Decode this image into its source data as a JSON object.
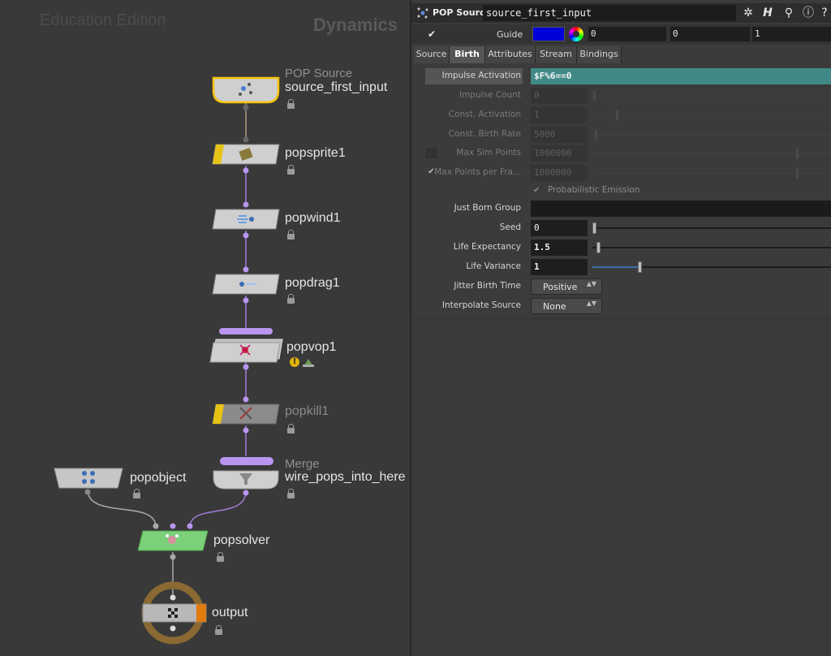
{
  "network": {
    "watermark": "Education Edition",
    "context_label": "Dynamics",
    "nodes": [
      {
        "id": "source",
        "type_label": "POP Source",
        "name": "source_first_input"
      },
      {
        "id": "sprite",
        "type_label": "",
        "name": "popsprite1"
      },
      {
        "id": "wind",
        "type_label": "",
        "name": "popwind1"
      },
      {
        "id": "drag",
        "type_label": "",
        "name": "popdrag1"
      },
      {
        "id": "vop",
        "type_label": "",
        "name": "popvop1"
      },
      {
        "id": "kill",
        "type_label": "",
        "name": "popkill1"
      },
      {
        "id": "merge",
        "type_label": "Merge",
        "name": "wire_pops_into_here"
      },
      {
        "id": "object",
        "type_label": "",
        "name": "popobject"
      },
      {
        "id": "solver",
        "type_label": "",
        "name": "popsolver"
      },
      {
        "id": "output",
        "type_label": "",
        "name": "output"
      }
    ],
    "warning_glyph": "!"
  },
  "header": {
    "op_label": "POP Source",
    "node_name": "source_first_input",
    "buttons": [
      {
        "name": "gear-icon",
        "glyph": "✲"
      },
      {
        "name": "help-h-icon",
        "glyph": "H"
      },
      {
        "name": "search-icon",
        "glyph": "⚲"
      },
      {
        "name": "info-icon",
        "glyph": "ⓘ"
      },
      {
        "name": "question-icon",
        "glyph": "?"
      }
    ]
  },
  "guide": {
    "check_glyph": "✔",
    "label": "Guide",
    "color": "#0000d8",
    "values": [
      "0",
      "0",
      "1"
    ]
  },
  "tabs": [
    {
      "label": "Source",
      "active": false
    },
    {
      "label": "Birth",
      "active": true
    },
    {
      "label": "Attributes",
      "active": false
    },
    {
      "label": "Stream",
      "active": false
    },
    {
      "label": "Bindings",
      "active": false
    }
  ],
  "params": {
    "impulse_activation": {
      "label": "Impulse Activation",
      "value": "$F%6==0"
    },
    "impulse_count": {
      "label": "Impulse Count",
      "value": "0"
    },
    "const_activation": {
      "label": "Const. Activation",
      "value": "1"
    },
    "const_birth_rate": {
      "label": "Const. Birth Rate",
      "value": "5000"
    },
    "max_sim_points": {
      "label": "Max Sim Points",
      "value": "1000000"
    },
    "max_points_per_frame": {
      "label": "Max Points per Fra...",
      "value": "1000000",
      "check_glyph": "✔"
    },
    "probabilistic_emission": {
      "label": "Probabilistic Emission",
      "check_glyph": "✔"
    },
    "just_born_group": {
      "label": "Just Born Group",
      "value": ""
    },
    "seed": {
      "label": "Seed",
      "value": "0"
    },
    "life_expectancy": {
      "label": "Life Expectancy",
      "value": "1.5"
    },
    "life_variance": {
      "label": "Life Variance",
      "value": "1"
    },
    "jitter_birth_time": {
      "label": "Jitter Birth Time",
      "value": "Positive"
    },
    "interpolate_source": {
      "label": "Interpolate Source",
      "value": "None"
    },
    "dropdown_arrows": "▲▼"
  }
}
